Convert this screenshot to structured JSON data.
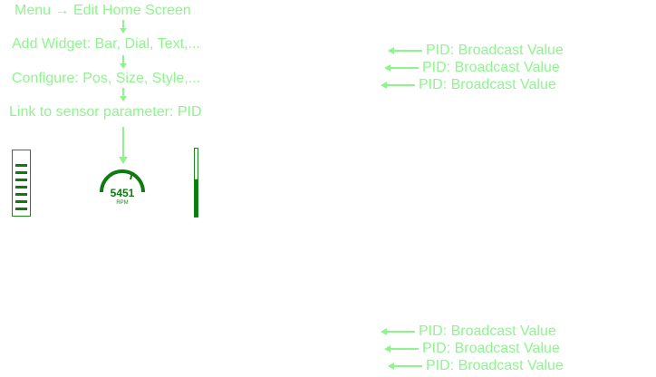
{
  "colors": {
    "text": "#8ef58e",
    "widget": "#1a8a1a",
    "widget_dark": "#0f7a0f",
    "background": "#ffffff"
  },
  "flow": {
    "line1_start": "Menu",
    "line1_end": "Edit Home Screen",
    "step2": "Add Widget: Bar, Dial, Text,...",
    "step3": "Configure: Pos, Size, Style,...",
    "step4": "Link to sensor parameter: PID"
  },
  "gauge": {
    "value": "5451",
    "unit": "RPM"
  },
  "bar_gauge": {
    "segments_filled": 7,
    "segments_total": 8
  },
  "level_gauge": {
    "fill_fraction": 0.55
  },
  "pid_broadcasts": [
    {
      "label": "PID: Broadcast Value"
    },
    {
      "label": "PID: Broadcast Value"
    },
    {
      "label": "PID: Broadcast Value"
    },
    {
      "label": "PID: Broadcast Value"
    },
    {
      "label": "PID: Broadcast Value"
    },
    {
      "label": "PID: Broadcast Value"
    }
  ]
}
